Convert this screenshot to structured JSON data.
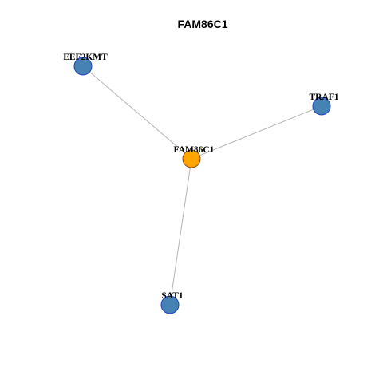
{
  "graph": {
    "title": "FAM86C1",
    "center_node": "FAM86C1",
    "nodes": [
      {
        "id": "FAM86C1",
        "label": "FAM86C1",
        "role": "center",
        "fill": "#FFA500",
        "stroke": "#8B4513"
      },
      {
        "id": "EEF2KMT",
        "label": "EEF2KMT",
        "role": "neighbor",
        "fill": "#4682B4",
        "stroke": "#1F3FBF"
      },
      {
        "id": "TRAF1",
        "label": "TRAF1",
        "role": "neighbor",
        "fill": "#4682B4",
        "stroke": "#1F3FBF"
      },
      {
        "id": "SAT1",
        "label": "SAT1",
        "role": "neighbor",
        "fill": "#4682B4",
        "stroke": "#1F3FBF"
      }
    ],
    "edges": [
      {
        "from": "FAM86C1",
        "to": "EEF2KMT"
      },
      {
        "from": "FAM86C1",
        "to": "TRAF1"
      },
      {
        "from": "FAM86C1",
        "to": "SAT1"
      }
    ]
  }
}
